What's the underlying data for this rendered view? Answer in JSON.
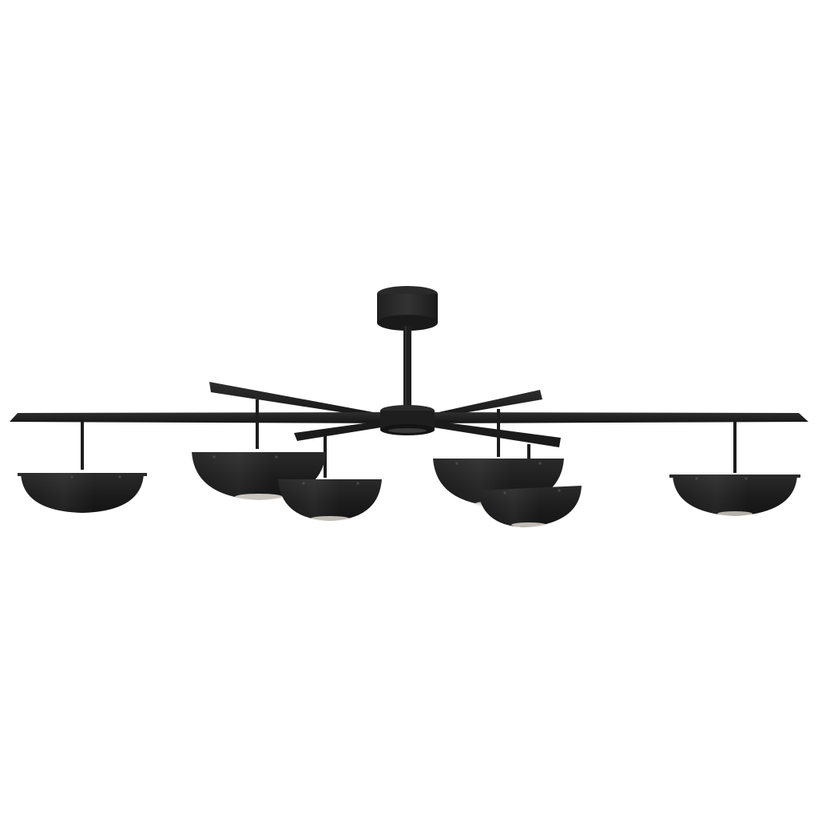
{
  "image": {
    "subject": "chandelier-product-photo",
    "background_color": "#ffffff",
    "finish_color": "#1e1e1e",
    "highlight_color": "#3a3a3a",
    "light_glow_color": "#e9e4dc",
    "shade_count": 6,
    "arm_count": 6
  }
}
